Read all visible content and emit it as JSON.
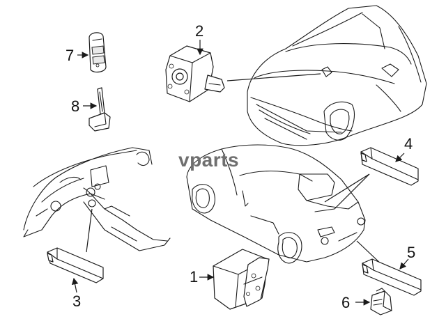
{
  "watermark": "vparts",
  "callouts": [
    {
      "id": "1",
      "label": "1"
    },
    {
      "id": "2",
      "label": "2"
    },
    {
      "id": "3",
      "label": "3"
    },
    {
      "id": "4",
      "label": "4"
    },
    {
      "id": "5",
      "label": "5"
    },
    {
      "id": "6",
      "label": "6"
    },
    {
      "id": "7",
      "label": "7"
    },
    {
      "id": "8",
      "label": "8"
    }
  ]
}
